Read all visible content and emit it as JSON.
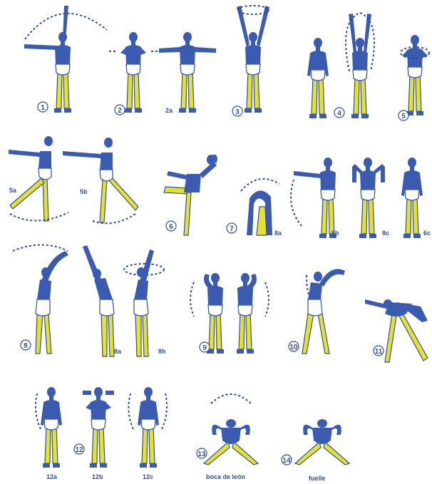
{
  "colors": {
    "body": "#3b5bb0",
    "legs": "#e4e22c",
    "outline": "#2f4f9f",
    "background": "#ffffff"
  },
  "exercises": [
    {
      "id": "ex1",
      "number": "1"
    },
    {
      "id": "ex2",
      "number": "2",
      "sub_label": "2a"
    },
    {
      "id": "ex3",
      "number": "3"
    },
    {
      "id": "ex4",
      "number": "4"
    },
    {
      "id": "ex5",
      "number": "5"
    },
    {
      "id": "ex5a",
      "sub_label": "5a"
    },
    {
      "id": "ex5b",
      "sub_label": "5b"
    },
    {
      "id": "ex6",
      "number": "6"
    },
    {
      "id": "ex7",
      "number": "7"
    },
    {
      "id": "ex8a",
      "sub_label": "8a"
    },
    {
      "id": "ex8b",
      "sub_label": "8b"
    },
    {
      "id": "ex8c",
      "sub_label": "8c"
    },
    {
      "id": "ex8d",
      "sub_label": "6c"
    },
    {
      "id": "ex8",
      "number": "8"
    },
    {
      "id": "ex8n",
      "sub_label": "8a"
    },
    {
      "id": "ex8h",
      "sub_label": "8h"
    },
    {
      "id": "ex9",
      "number": "9"
    },
    {
      "id": "ex10",
      "number": "10"
    },
    {
      "id": "ex11",
      "number": "11"
    },
    {
      "id": "ex12",
      "number": "12"
    },
    {
      "id": "ex12a",
      "sub_label": "12a"
    },
    {
      "id": "ex12b",
      "sub_label": "12b"
    },
    {
      "id": "ex12c",
      "sub_label": "12c"
    },
    {
      "id": "ex13",
      "number": "13",
      "caption": "boca de león"
    },
    {
      "id": "ex14",
      "number": "14",
      "caption": "fuelle"
    }
  ]
}
